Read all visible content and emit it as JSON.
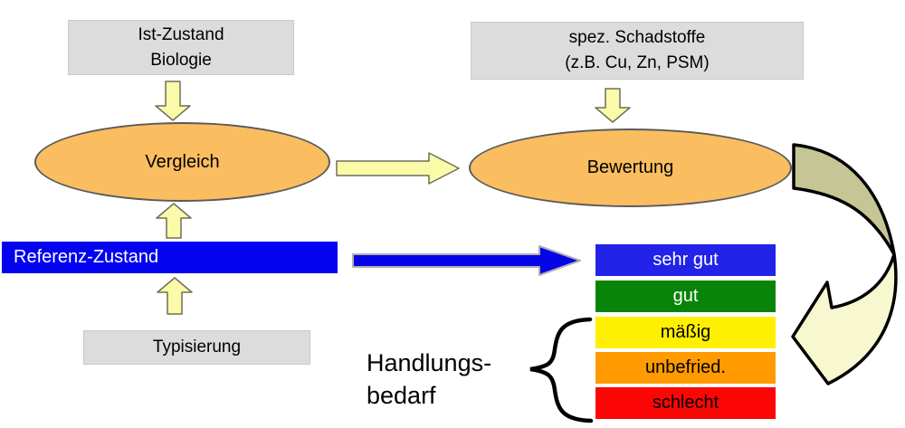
{
  "diagram": {
    "boxes": {
      "ist_zustand": {
        "line1": "Ist-Zustand",
        "line2": "Biologie"
      },
      "schadstoffe": {
        "line1": "spez. Schadstoffe",
        "line2": "(z.B. Cu, Zn, PSM)"
      },
      "typisierung": "Typisierung"
    },
    "process": {
      "vergleich": "Vergleich",
      "bewertung": "Bewertung"
    },
    "referenz_label": "Referenz-Zustand",
    "handlungsbedarf": {
      "line1": "Handlungs-",
      "line2": "bedarf"
    },
    "quality_scale": [
      {
        "label": "sehr gut",
        "color": "#2222e8",
        "text_color": "#ffffff"
      },
      {
        "label": "gut",
        "color": "#088408",
        "text_color": "#ffffff"
      },
      {
        "label": "mäßig",
        "color": "#ffef00",
        "text_color": "#000000"
      },
      {
        "label": "unbefried.",
        "color": "#ff9a00",
        "text_color": "#000000"
      },
      {
        "label": "schlecht",
        "color": "#fb0505",
        "text_color": "#000000"
      }
    ],
    "colors": {
      "box_fill": "#dcdcdc",
      "ellipse_fill": "#fabd60",
      "block_arrow_yellow": "#fafaa8",
      "block_arrow_blue": "#0505e8",
      "referenz_bar": "#0303f0",
      "curved_arrow_upper": "#c5c596",
      "curved_arrow_lower": "#f7f7d0",
      "brace": "#000000"
    }
  }
}
